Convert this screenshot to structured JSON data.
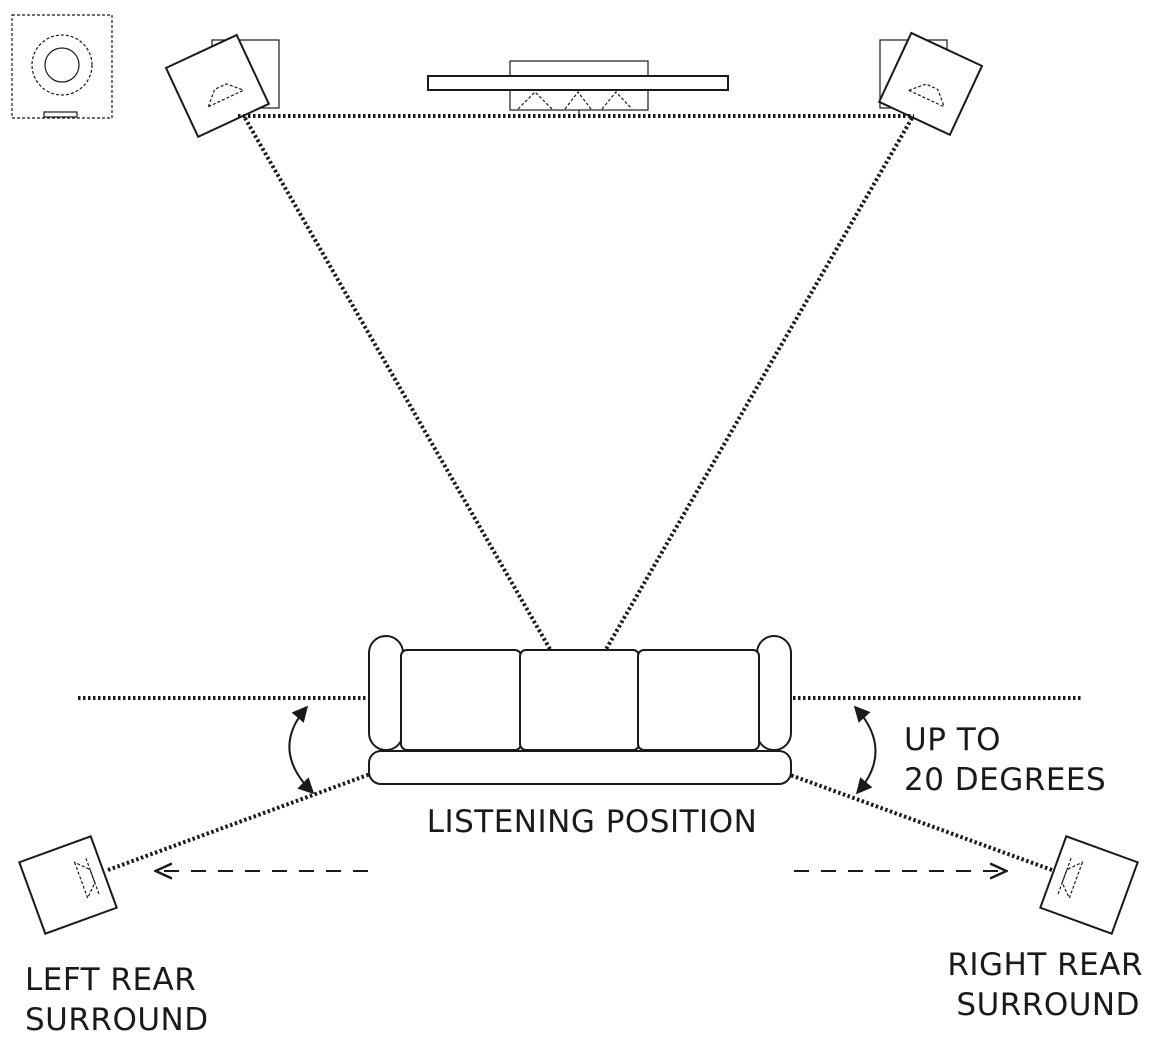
{
  "labels": {
    "listening_position": "LISTENING POSITION",
    "angle_line1": "UP TO",
    "angle_line2": "20 DEGREES",
    "left_rear_line1": "LEFT REAR",
    "left_rear_line2": "SURROUND",
    "right_rear_line1": "RIGHT REAR",
    "right_rear_line2": "SURROUND"
  },
  "icons": {
    "subwoofer": "subwoofer-icon",
    "front_left": "front-left-speaker-icon",
    "front_right": "front-right-speaker-icon",
    "tv": "tv-icon",
    "couch": "couch-icon",
    "left_rear": "left-rear-speaker-icon",
    "right_rear": "right-rear-speaker-icon"
  },
  "angle_max_degrees": 20,
  "colors": {
    "ink": "#1a1a1a",
    "background": "#ffffff"
  }
}
